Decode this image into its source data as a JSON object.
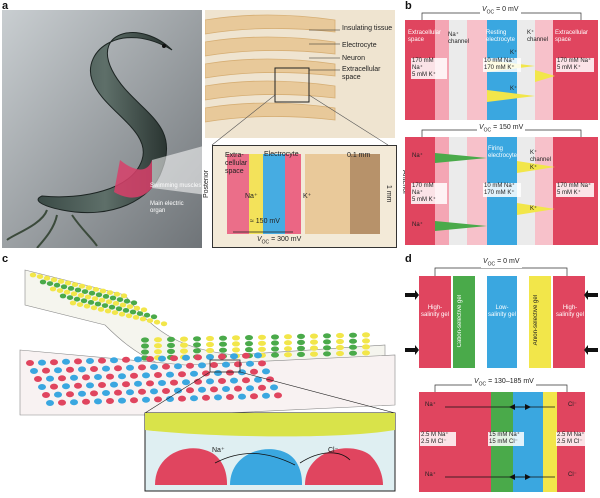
{
  "panels": {
    "a": "a",
    "b": "b",
    "c": "c",
    "d": "d"
  },
  "a": {
    "labels": {
      "insulating_tissue": "Insulating tissue",
      "electrocyte": "Electrocyte",
      "neuron": "Neuron",
      "extracellular_space": "Extracellular space",
      "swimming_muscles": "Swimming muscles",
      "main_electric_organ": "Main electric organ",
      "inset_extracellular": "Extra-cellular space",
      "inset_electrocyte": "Electrocyte",
      "posterior": "Posterior",
      "anterior": "Anterior",
      "scale_01": "0.1 mm",
      "scale_1": "1 mm",
      "na": "Na⁺",
      "k": "K⁺",
      "v150": "≈ 150 mV",
      "voc": "V",
      "voc_sub": "OC",
      "v300": " = 300 mV"
    }
  },
  "b": {
    "top": {
      "voc": "V",
      "voc_sub": "OC",
      "voc_val": " = 0 mV",
      "extra_left": "Extracellular space",
      "extra_right": "Extracellular space",
      "na_channel": "Na⁺ channel",
      "resting": "Resting electrocyte",
      "k_channel": "K⁺ channel",
      "left_conc": "170 mM Na⁺\n5 mM K⁺",
      "mid_conc": "10 mM Na⁺\n170 mM K⁺",
      "right_conc": "170 mM Na⁺\n5 mM K⁺",
      "k_top": "K⁺",
      "k_bottom": "K⁺"
    },
    "bottom": {
      "voc": "V",
      "voc_sub": "OC",
      "voc_val": " = 150 mV",
      "na_top": "Na⁺",
      "firing": "Firing electrocyte",
      "k_channel": "K⁺ channel",
      "k_top": "K⁺",
      "left_conc": "170 mM Na⁺\n5 mM K⁺",
      "mid_conc": "10 mM Na⁺\n170 mM K⁺",
      "right_conc": "170 mM Na⁺\n5 mM K⁺",
      "k_mid": "K⁺",
      "na_bottom": "Na⁺"
    }
  },
  "c": {
    "na": "Na⁺",
    "cl": "Cl⁻"
  },
  "d": {
    "top": {
      "voc": "V",
      "voc_sub": "OC",
      "voc_val": " = 0 mV",
      "high_left": "High-salinity gel",
      "cation": "Cation-selective gel",
      "low": "Low-salinity gel",
      "anion": "Anion-selective gel",
      "high_right": "High-salinity gel"
    },
    "bottom": {
      "voc": "V",
      "voc_sub": "OC",
      "voc_val": " = 130–185 mV",
      "na_top": "Na⁺",
      "cl_top": "Cl⁻",
      "left_conc": "2.5 M Na⁺\n2.5 M Cl⁻",
      "mid_conc": "15 mM Na⁺\n15 mM Cl⁻",
      "right_conc": "2.5 M Na⁺\n2.5 M Cl⁻",
      "na_bottom": "Na⁺",
      "cl_bottom": "Cl⁻"
    }
  },
  "colors": {
    "red": "#e0455f",
    "pink": "#f4a6b4",
    "green": "#4aaa4a",
    "blue": "#3aa7e0",
    "yellow": "#f2e64a"
  }
}
